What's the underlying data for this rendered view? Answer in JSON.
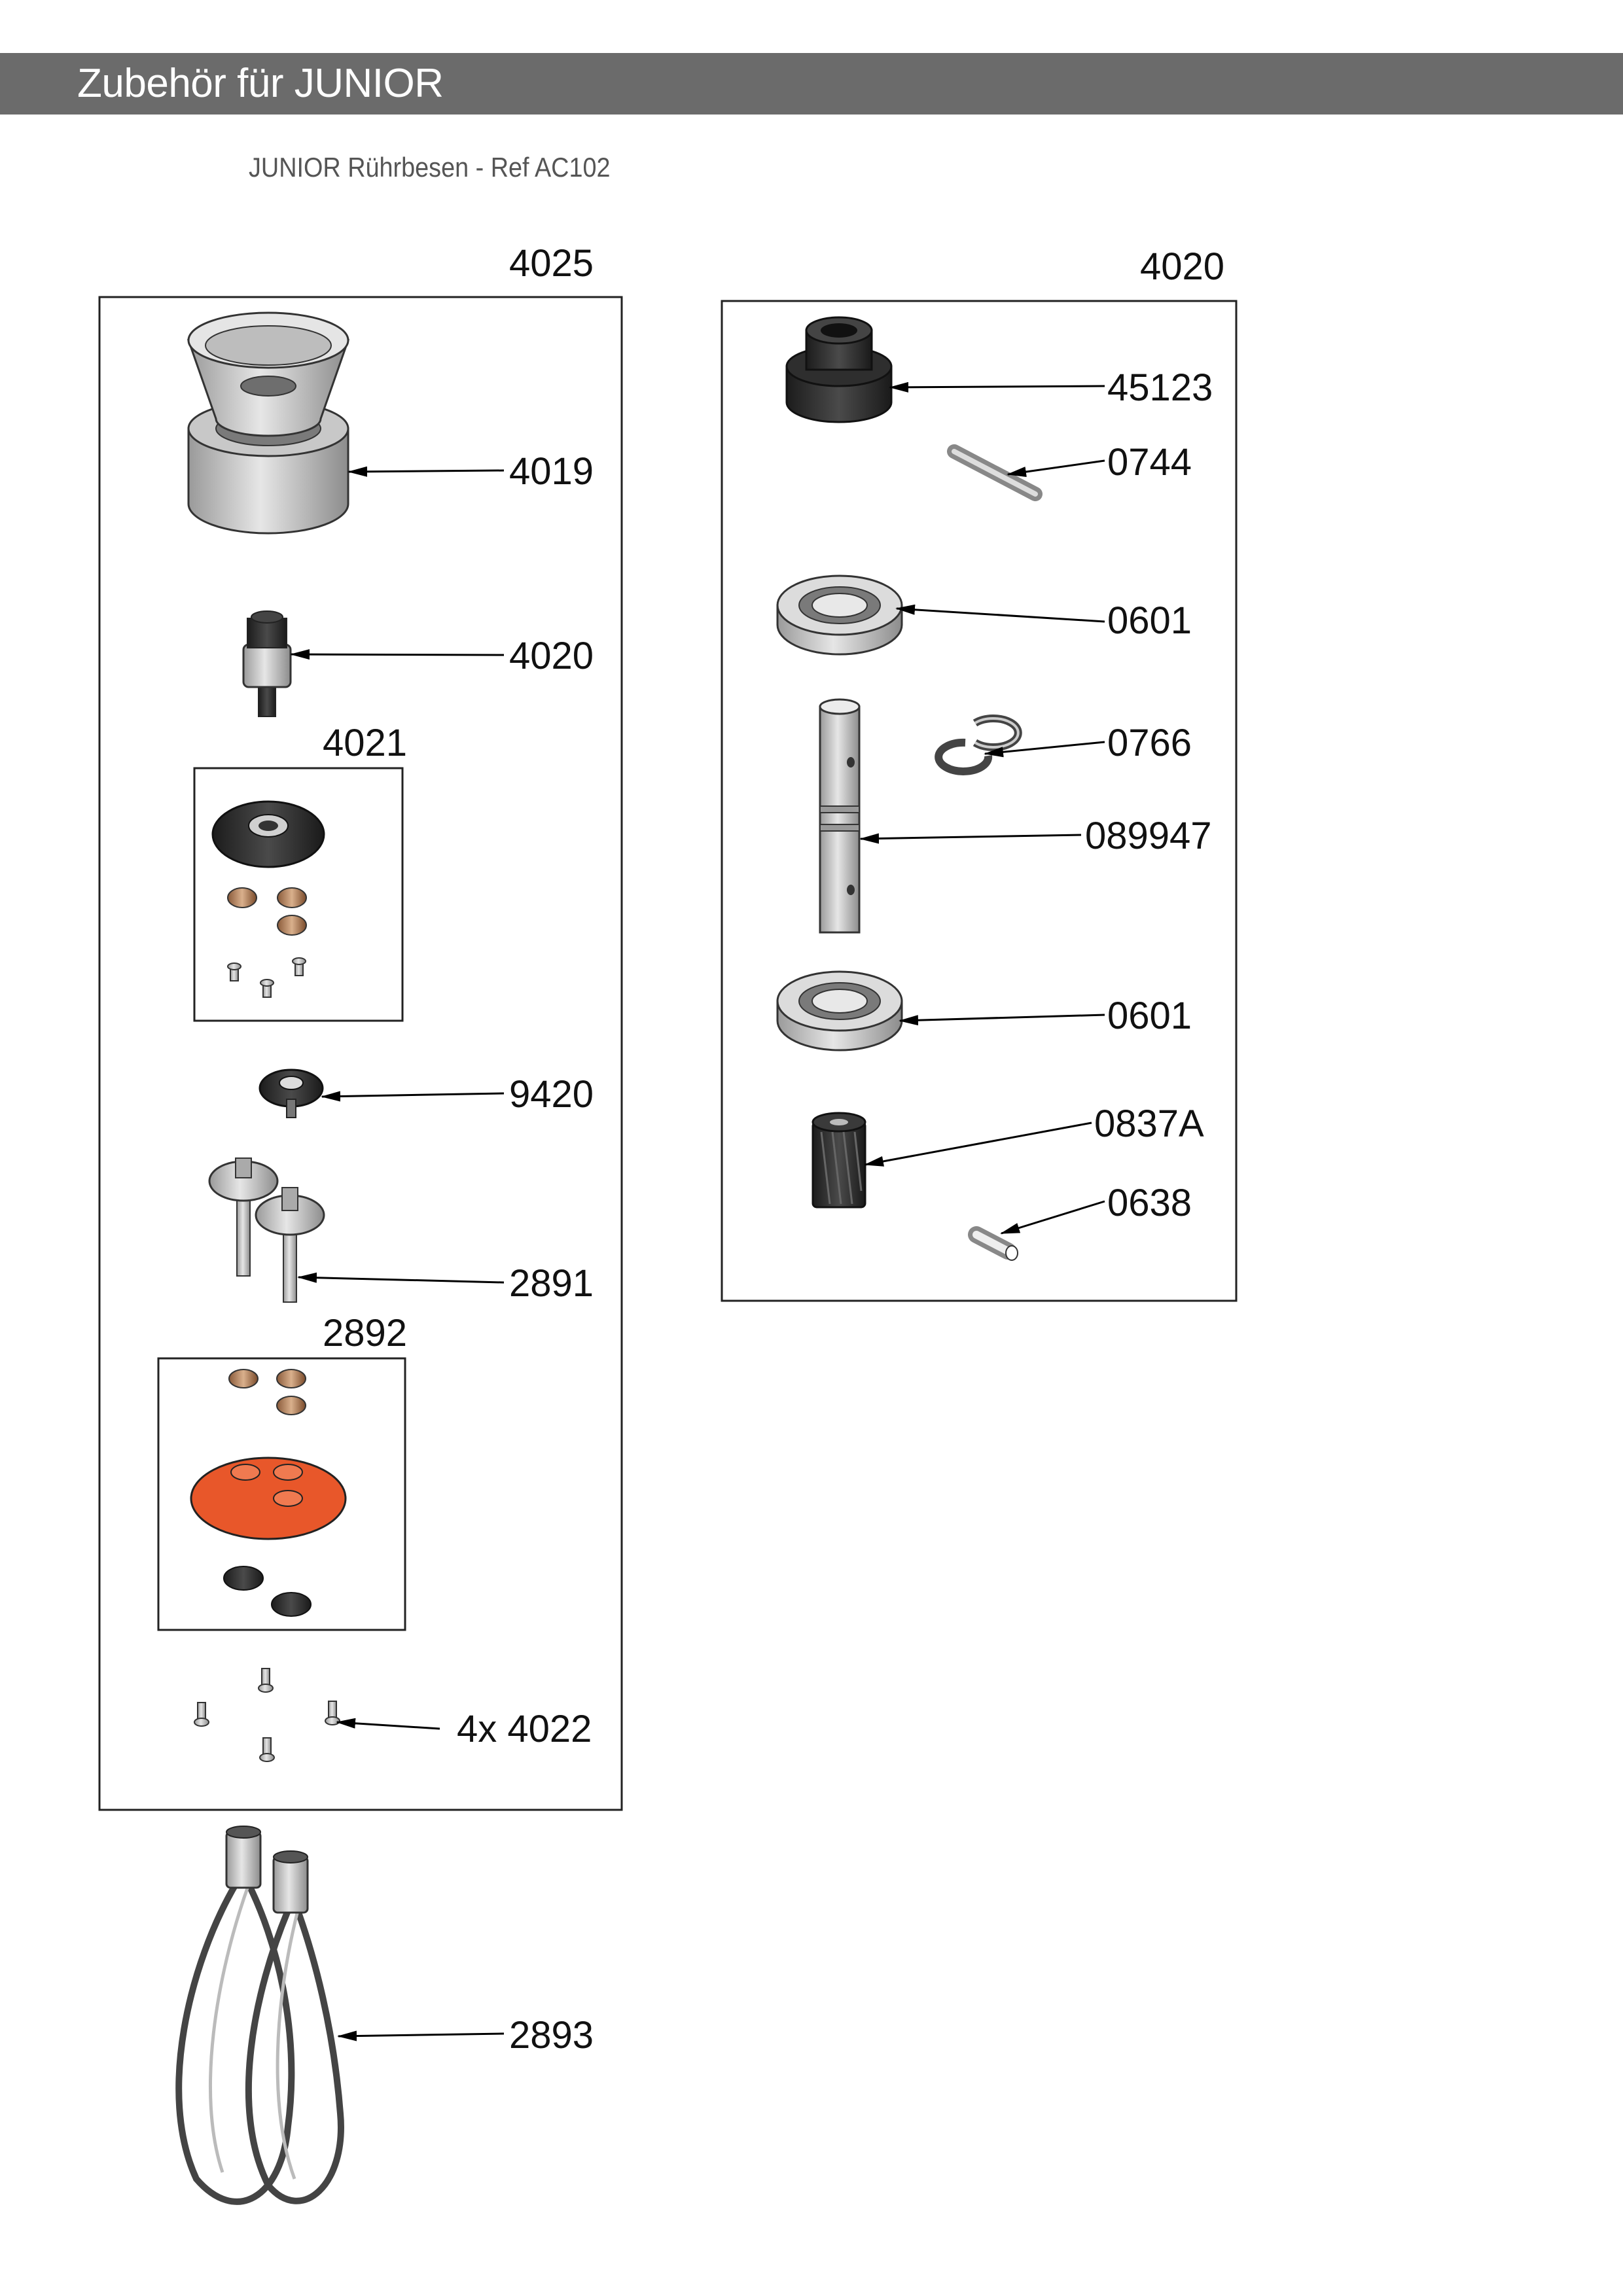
{
  "header": {
    "title": "Zubehör für JUNIOR"
  },
  "subtitle": "JUNIOR Rührbesen - Ref AC102",
  "colors": {
    "header_bar": "#6b6b6b",
    "accent_part": "#e8572a"
  },
  "assembly_left": {
    "ref": "4025",
    "parts": [
      "4019",
      "4020",
      "9420",
      "2891",
      "4x 4022"
    ],
    "sub_kits": [
      {
        "ref": "4021"
      },
      {
        "ref": "2892"
      }
    ]
  },
  "whisk": {
    "ref": "2893"
  },
  "assembly_right": {
    "ref": "4020",
    "parts": [
      "45123",
      "0744",
      "0601",
      "0766",
      "089947",
      "0601",
      "0837A",
      "0638"
    ]
  }
}
